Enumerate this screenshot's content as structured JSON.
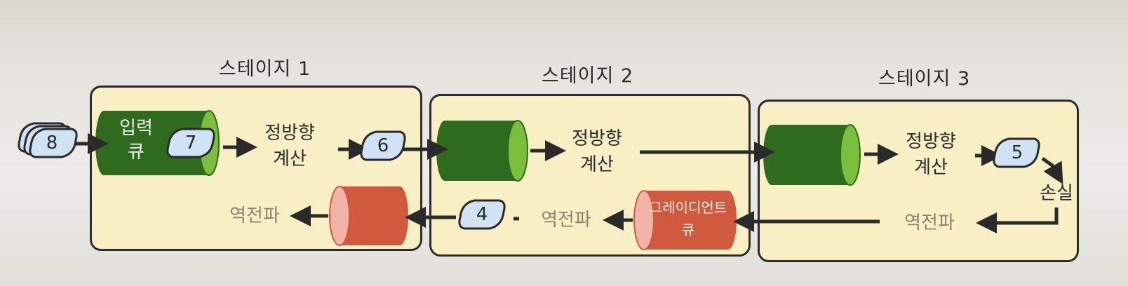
{
  "stages": [
    {
      "title": "스테이지 1"
    },
    {
      "title": "스테이지 2"
    },
    {
      "title": "스테이지 3"
    }
  ],
  "input_queue_label": [
    "입력",
    "큐"
  ],
  "forward_label": [
    "정방향",
    "계산"
  ],
  "backward_label": "역전파",
  "gradient_queue_label": [
    "그레이디언트",
    "큐"
  ],
  "loss_label": "손실",
  "batches": {
    "incoming": "8",
    "in_queue": "7",
    "stage1_out": "6",
    "stage3_out": "5",
    "gradient_out": "4"
  },
  "colors": {
    "stage_fill": "#f8f0c4",
    "queue_green": "#2f6b1f",
    "queue_green_cap": "#7bbf3d",
    "queue_red": "#cf5a3e",
    "queue_red_cap": "#f2b3a8",
    "batch_fill": "#cfe3f5"
  }
}
